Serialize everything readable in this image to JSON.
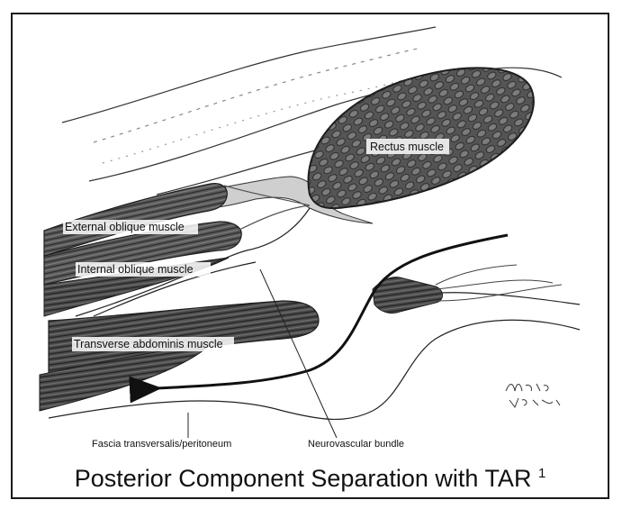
{
  "labels": {
    "rectus": "Rectus muscle",
    "external_oblique": "External oblique muscle",
    "internal_oblique": "Internal oblique muscle",
    "transverse_abdominis": "Transverse abdominis muscle",
    "fascia": "Fascia transversalis/peritoneum",
    "neurovascular": "Neurovascular bundle"
  },
  "signature": "Mauro Vestrus",
  "caption": {
    "title": "Posterior Component Separation with TAR",
    "reference": "1"
  },
  "colors": {
    "ink": "#1a1a1a",
    "muscle_dark": "#3a3a3a",
    "muscle_mid": "#6b6b6b",
    "rectus_fill": "#4a4a4a"
  }
}
